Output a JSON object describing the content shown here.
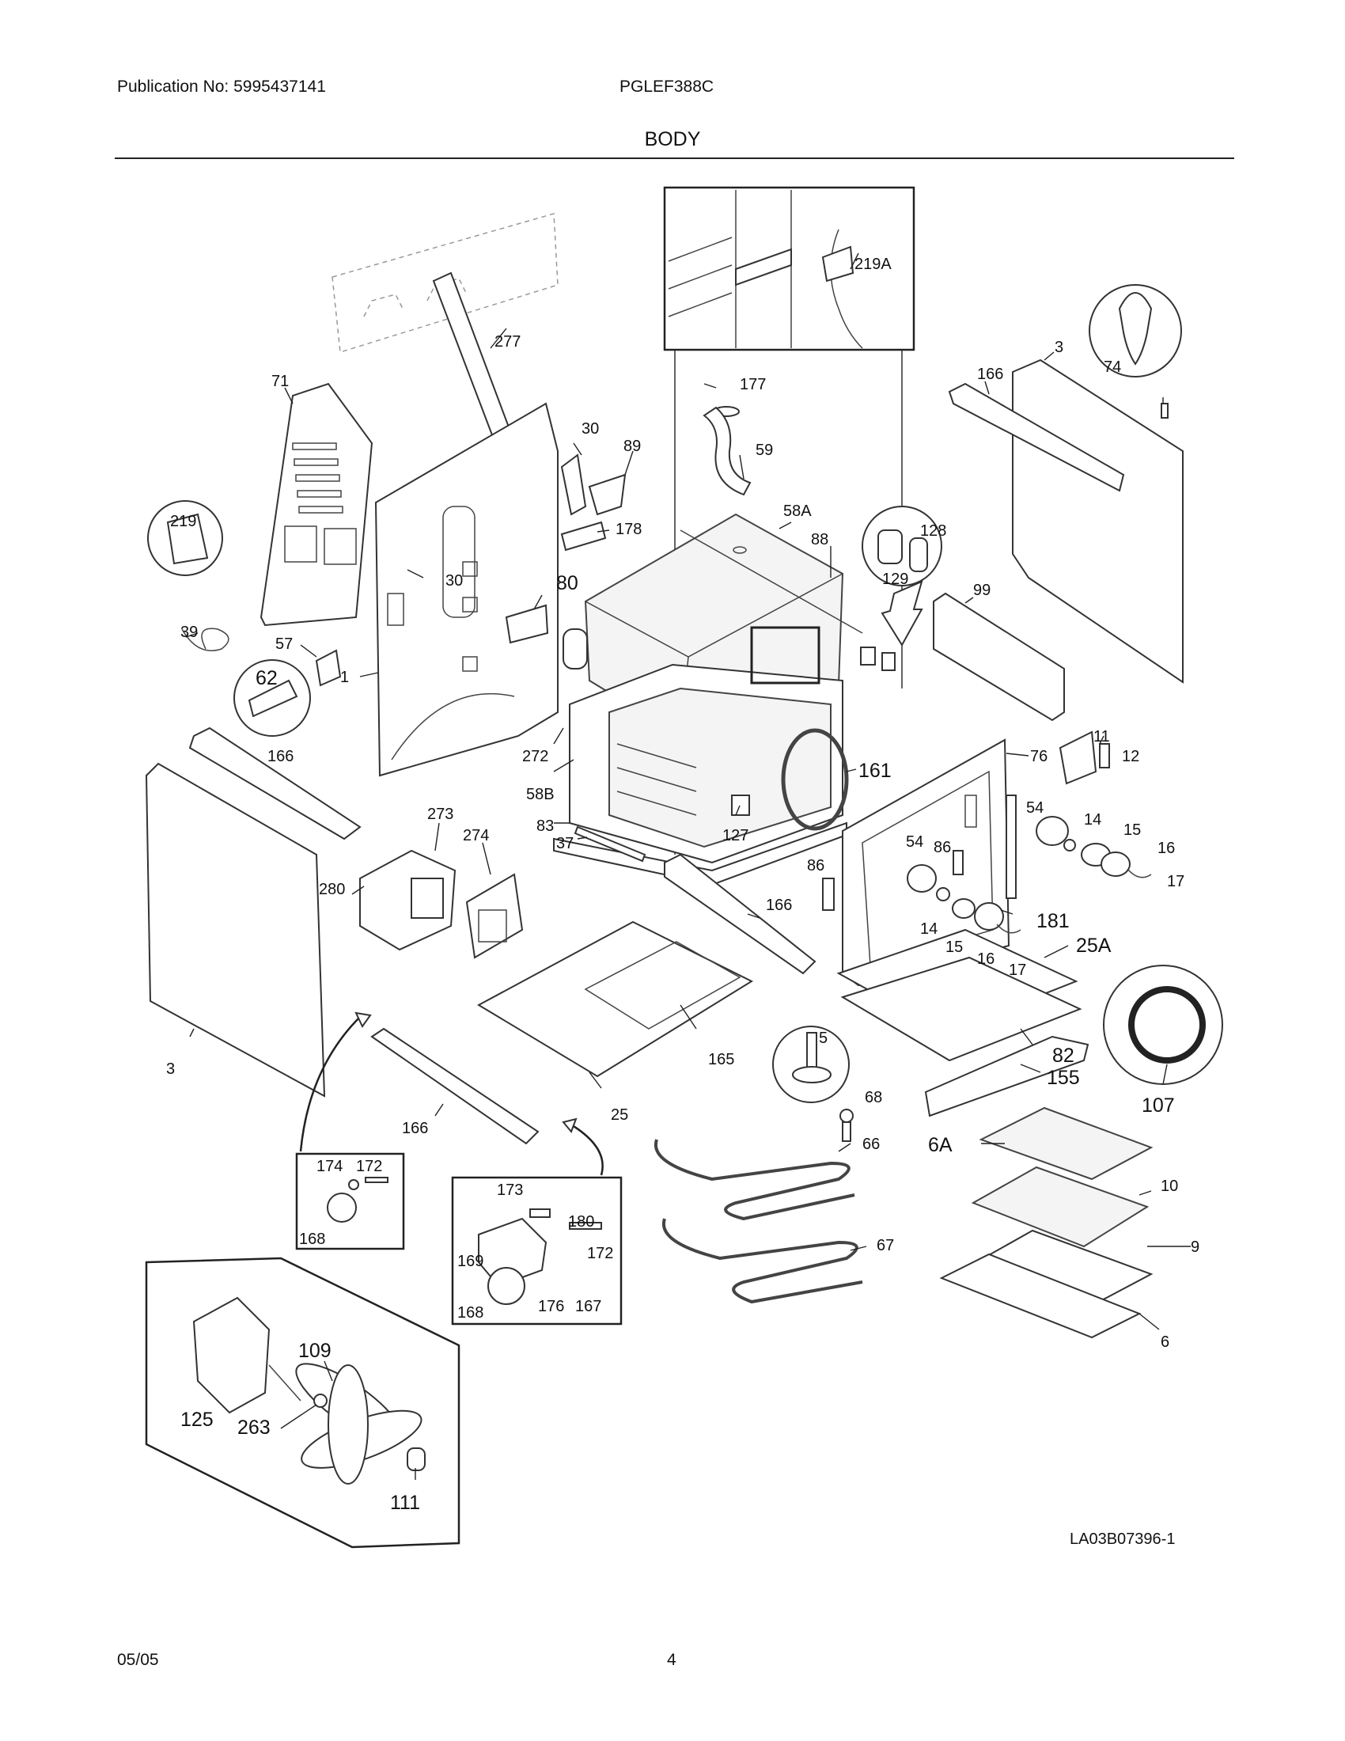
{
  "header": {
    "publication": "Publication No: 5995437141",
    "model": "PGLEF388C",
    "section_title": "BODY"
  },
  "drawing_code": "LA03B07396-1",
  "footer": {
    "date": "05/05",
    "page": "4"
  },
  "callouts": {
    "c219A": "219A",
    "c277": "277",
    "c71": "71",
    "c177": "177",
    "c3a": "3",
    "c166a": "166",
    "c74": "74",
    "c30a": "30",
    "c89": "89",
    "c59": "59",
    "c219": "219",
    "c178": "178",
    "c58A": "58A",
    "c128": "128",
    "c88": "88",
    "c129": "129",
    "c30b": "30",
    "c80": "80",
    "c99": "99",
    "c39": "39",
    "c57": "57",
    "c1": "1",
    "c62": "62",
    "c166b": "166",
    "c272": "272",
    "c58B": "58B",
    "c161": "161",
    "c11": "11",
    "c12": "12",
    "c76": "76",
    "c273": "273",
    "c274": "274",
    "c83": "83",
    "c127": "127",
    "c54a": "54",
    "c54b": "54",
    "c86a": "86",
    "c14a": "14",
    "c15a": "15",
    "c16a": "16",
    "c17a": "17",
    "c280": "280",
    "c37": "37",
    "c86b": "86",
    "c166c": "166",
    "c181": "181",
    "c14b": "14",
    "c15b": "15",
    "c16b": "16",
    "c17b": "17",
    "c25A": "25A",
    "c165": "165",
    "c5": "5",
    "c3b": "3",
    "c25": "25",
    "c82": "82",
    "c155": "155",
    "c107": "107",
    "c166d": "166",
    "c68": "68",
    "c66": "66",
    "c6A": "6A",
    "c10": "10",
    "c174": "174",
    "c172a": "172",
    "c173": "173",
    "c180": "180",
    "c168a": "168",
    "c169": "169",
    "c172b": "172",
    "c9": "9",
    "c67": "67",
    "c168b": "168",
    "c176": "176",
    "c167": "167",
    "c6": "6",
    "c109": "109",
    "c125": "125",
    "c263": "263",
    "c111": "111"
  }
}
